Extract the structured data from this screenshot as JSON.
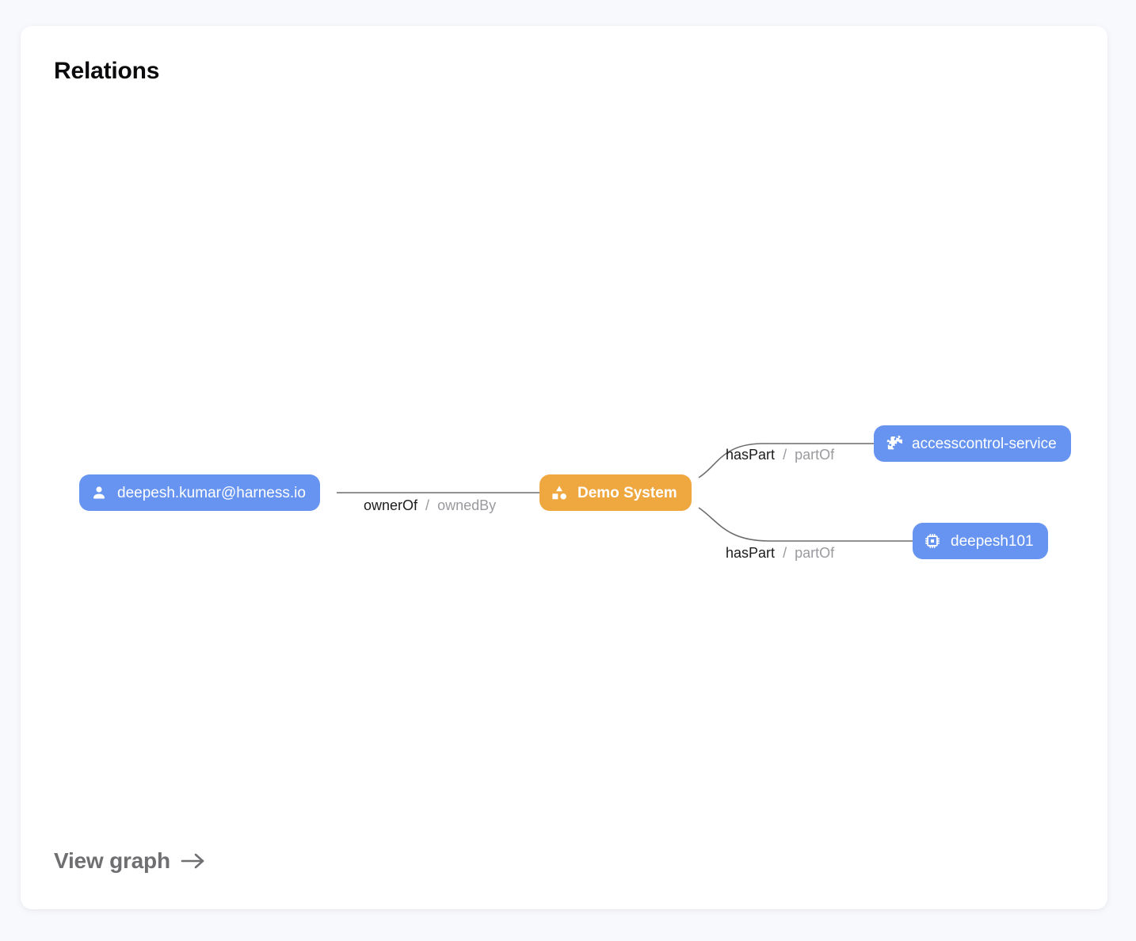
{
  "card": {
    "title": "Relations"
  },
  "graph": {
    "nodes": [
      {
        "id": "user",
        "label": "deepesh.kumar@harness.io",
        "icon": "person-icon",
        "color": "#6694f0",
        "kind": "user"
      },
      {
        "id": "system",
        "label": "Demo System",
        "icon": "category-icon",
        "color": "#efa73f",
        "kind": "system"
      },
      {
        "id": "accesscontrol",
        "label": "accesscontrol-service",
        "icon": "puzzle-piece-icon",
        "color": "#6694f0",
        "kind": "component"
      },
      {
        "id": "deepesh101",
        "label": "deepesh101",
        "icon": "chip-icon",
        "color": "#6694f0",
        "kind": "resource"
      }
    ],
    "edges": [
      {
        "id": "owner",
        "source": "user",
        "target": "system",
        "forward": "ownerOf",
        "separator": "/",
        "reverse": "ownedBy"
      },
      {
        "id": "haspart-1",
        "source": "system",
        "target": "accesscontrol",
        "forward": "hasPart",
        "separator": "/",
        "reverse": "partOf"
      },
      {
        "id": "haspart-2",
        "source": "system",
        "target": "deepesh101",
        "forward": "hasPart",
        "separator": "/",
        "reverse": "partOf"
      }
    ],
    "edge_color": "#6d6d6d"
  },
  "footer": {
    "view_graph_label": "View graph",
    "arrow_icon": "arrow-right-icon"
  }
}
